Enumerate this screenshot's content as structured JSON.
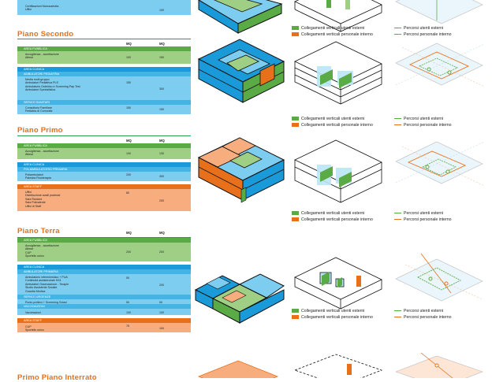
{
  "floors": {
    "top": {
      "rows": [
        {
          "label": "Certificazioni Monocarlutta",
          "mq1": "",
          "mq2": ""
        },
        {
          "label": "Uffici",
          "mq1": "",
          "mq2": "100"
        }
      ]
    },
    "secondo": {
      "title": "Piano Secondo",
      "mq1": "MQ",
      "mq2": "MQ",
      "bands": {
        "pubblica": "AREA PUBBLICA",
        "clinica": "AREA CLINICA",
        "ambulatori": "AMBULATORI PEDIATRIA",
        "servizi": "SERVIZI SANITARI"
      },
      "pubblica_rows": [
        "Accoglienza - accettazione",
        "Attese"
      ],
      "pubblica_mq1": "100",
      "pubblica_mq2": "150",
      "clinica_rows": [
        "Media multi gruppo",
        "Ambulatori Pediatrica PLS",
        "Ambulatorio Ostetrico e Screening Pap Test",
        "Ambulatori Specialistica"
      ],
      "clinica_mq1": "150",
      "clinica_mq2": "300",
      "servizi_rows": [
        "Consultorio Familiare",
        "Pediatria di Comunità"
      ],
      "servizi_mq1": "150",
      "servizi_mq2": "150"
    },
    "primo": {
      "title": "Piano Primo",
      "mq1": "MQ",
      "mq2": "MQ",
      "bands": {
        "pubblica": "AREA PUBBLICA",
        "clinica": "AREA CLINICA",
        "poli": "POLIAMBULATORIO PRIMARIA",
        "staff": "AREA STAFF"
      },
      "pubblica_rows": [
        "Accoglienza - accettazione",
        "Attese"
      ],
      "pubblica_mq1": "100",
      "pubblica_mq2": "130",
      "clinica_rows": [
        "Poliambulatori",
        "Palestra Fisioterapia"
      ],
      "clinica_mq1": "200",
      "clinica_mq2": "300",
      "staff_rows": [
        "Uffici",
        "Distribuzione ausili protesici",
        "Sala Riunioni",
        "Sala Polivalente",
        "Uffici di Staff"
      ],
      "staff_mq1": "80",
      "staff_mq2": "200"
    },
    "terra": {
      "title": "Piano Terra",
      "mq1": "MQ",
      "mq2": "MQ",
      "bands": {
        "pubblica": "AREA PUBBLICA",
        "clinica": "AREA CLINICA",
        "amb": "AMBULATORI PRIMARIA",
        "urgenze": "SERVIZI URGENZE",
        "vacc": "VACCINAZIONI",
        "staff": "AREA STAFF"
      },
      "pubblica_rows": [
        "Accoglienza - accettazione",
        "Attese",
        "CUP",
        "Sportello unico"
      ],
      "pubblica_mq1": "200",
      "pubblica_mq2": "200",
      "amb_rows": [
        "Ambulatorio infermieristico + PUA",
        "Continuità assistenziale H24",
        "Ambulatori Osservazione - Terapie",
        "Studio Assistente Sociale",
        "Guardia Medica"
      ],
      "amb_mq1": "50",
      "amb_mq2": "200",
      "urgenze_rows": [
        "Punto prelievi + Screening Sclasi"
      ],
      "urgenze_mq1": "50",
      "urgenze_mq2": "50",
      "vacc_rows": [
        "Vaccinazioni"
      ],
      "vacc_mq1": "100",
      "vacc_mq2": "100",
      "staff_rows": [
        "CUP",
        "Sportello unico"
      ],
      "staff_mq1": "75",
      "staff_mq2": "100"
    },
    "interrato": {
      "title": "Primo Piano Interrato"
    }
  },
  "legend": {
    "ext_vertical": "Collegamenti verticali utenti esterni",
    "int_vertical": "Collegamenti verticali personale interno",
    "ext_path": "Percorsi utenti esterni",
    "int_path": "Percorsi personale interno"
  },
  "colors": {
    "green": "#5aaa46",
    "blue": "#1a9ad8",
    "orange": "#e8701a",
    "light_green": "#9fcf85",
    "light_blue": "#7dcdf0",
    "light_orange": "#f7ad7e"
  }
}
